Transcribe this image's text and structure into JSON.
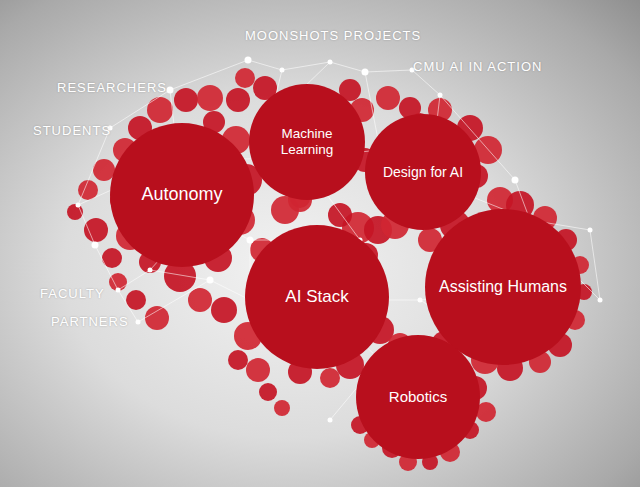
{
  "diagram": {
    "nodes": [
      {
        "text": [
          "Machine Learning"
        ]
      },
      {
        "text": [
          "Design for AI"
        ]
      },
      {
        "text": [
          "Autonomy"
        ]
      },
      {
        "text": [
          "AI Stack"
        ]
      },
      {
        "text": [
          "Assisting Humans"
        ]
      },
      {
        "text": [
          "Robotics"
        ]
      }
    ],
    "labels": [
      "MOONSHOTS PROJECTS",
      "CMU AI IN ACTION",
      "RESEARCHERS",
      "STUDENTS",
      "FACULTY",
      "PARTNERS"
    ]
  }
}
